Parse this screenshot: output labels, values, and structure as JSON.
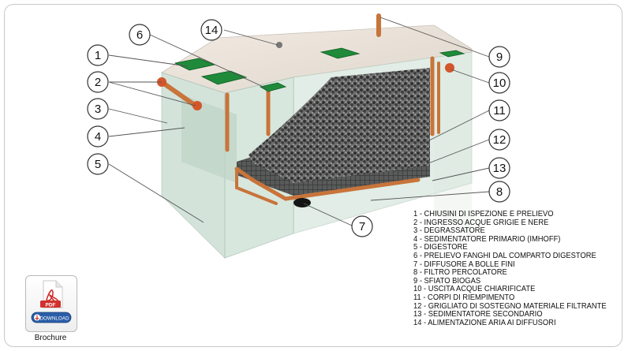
{
  "diagram": {
    "callouts": [
      {
        "number": "1",
        "label": "CHIUSINI DI ISPEZIONE E PRELIEVO"
      },
      {
        "number": "2",
        "label": "INGRESSO ACQUE GRIGIE  E NERE"
      },
      {
        "number": "3",
        "label": "DEGRASSATORE"
      },
      {
        "number": "4",
        "label": "SEDIMENTATORE PRIMARIO (IMHOFF)"
      },
      {
        "number": "5",
        "label": "DIGESTORE"
      },
      {
        "number": "6",
        "label": "PRELIEVO FANGHI DAL COMPARTO DIGESTORE"
      },
      {
        "number": "7",
        "label": "DIFFUSORE A BOLLE FINI"
      },
      {
        "number": "8",
        "label": "FILTRO PERCOLATORE"
      },
      {
        "number": "9",
        "label": "SFIATO BIOGAS"
      },
      {
        "number": "10",
        "label": "USCITA ACQUE CHIARIFICATE"
      },
      {
        "number": "11",
        "label": "CORPI DI RIEMPIMENTO"
      },
      {
        "number": "12",
        "label": "GRIGLIATO DI SOSTEGNO MATERIALE FILTRANTE"
      },
      {
        "number": "13",
        "label": "SEDIMENTATORE SECONDARIO"
      },
      {
        "number": "14",
        "label": "ALIMENTAZIONE ARIA AI DIFFUSORI"
      }
    ],
    "legend_lines": [
      "1 - CHIUSINI DI ISPEZIONE E PRELIEVO",
      "2 - INGRESSO ACQUE GRIGIE  E NERE",
      "3 - DEGRASSATORE",
      "4 - SEDIMENTATORE PRIMARIO (IMHOFF)",
      "5 - DIGESTORE",
      "6 - PRELIEVO FANGHI DAL COMPARTO DIGESTORE",
      "7 - DIFFUSORE A BOLLE FINI",
      "8 - FILTRO PERCOLATORE",
      "9 - SFIATO BIOGAS",
      "10 - USCITA ACQUE CHIARIFICATE",
      "11 - CORPI DI RIEMPIMENTO",
      "12 - GRIGLIATO DI SOSTEGNO MATERIALE FILTRANTE",
      "13 - SEDIMENTATORE SECONDARIO",
      "14 - ALIMENTAZIONE ARIA AI DIFFUSORI"
    ]
  },
  "download": {
    "file_type": "PDF",
    "button_label": "DOWNLOAD",
    "caption": "Brochure",
    "icon": "pdf-file-icon"
  },
  "colors": {
    "hatch_green": "#1f8a3a",
    "pipe_copper": "#c8743a",
    "glass": "#cfe3d8",
    "pdf_red": "#d0312d",
    "download_blue": "#2a5ea8"
  }
}
